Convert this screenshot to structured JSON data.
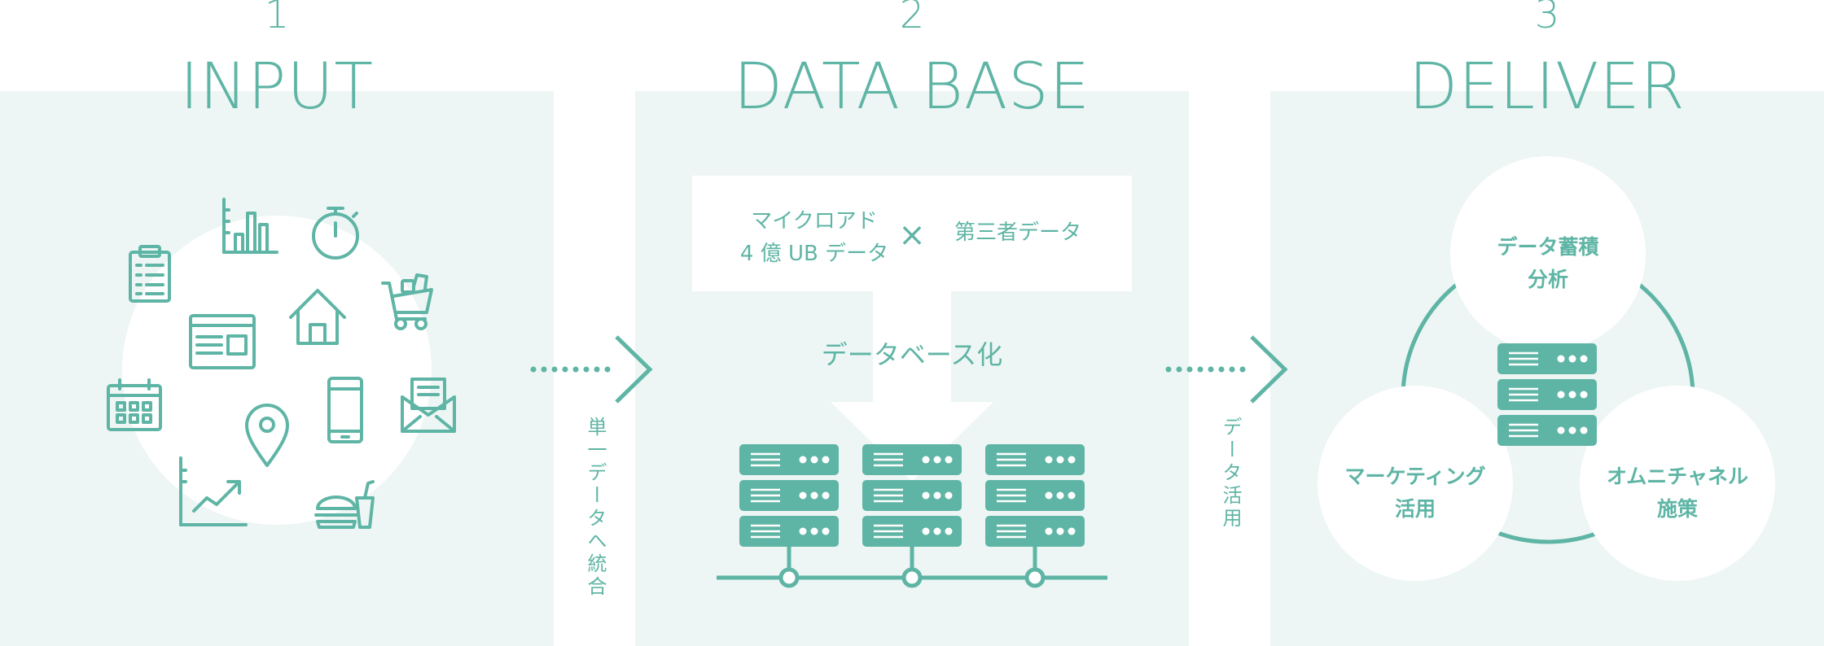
{
  "steps": [
    {
      "number": "1",
      "title": "INPUT"
    },
    {
      "number": "2",
      "title": "DATA BASE"
    },
    {
      "number": "3",
      "title": "DELIVER"
    }
  ],
  "connectors": {
    "first": "単一データへ統合",
    "second": "データ活用"
  },
  "database": {
    "source_left_line1": "マイクロアド",
    "source_left_line2": "4 億 UB データ",
    "times_sign": "×",
    "source_right": "第三者データ",
    "process_label": "データベース化"
  },
  "deliver": {
    "top_line1": "データ蓄積",
    "top_line2": "分析",
    "left_line1": "マーケティング",
    "left_line2": "活用",
    "right_line1": "オムニチャネル",
    "right_line2": "施策"
  },
  "colors": {
    "accent": "#5fb5a5",
    "panel": "#edf6f4",
    "white": "#ffffff"
  },
  "icons": [
    "clipboard-icon",
    "bar-chart-icon",
    "stopwatch-icon",
    "shopping-cart-icon",
    "browser-window-icon",
    "home-icon",
    "calendar-icon",
    "location-pin-icon",
    "smartphone-icon",
    "envelope-icon",
    "line-chart-icon",
    "fast-food-icon",
    "server-icon",
    "dotted-arrow-icon"
  ]
}
